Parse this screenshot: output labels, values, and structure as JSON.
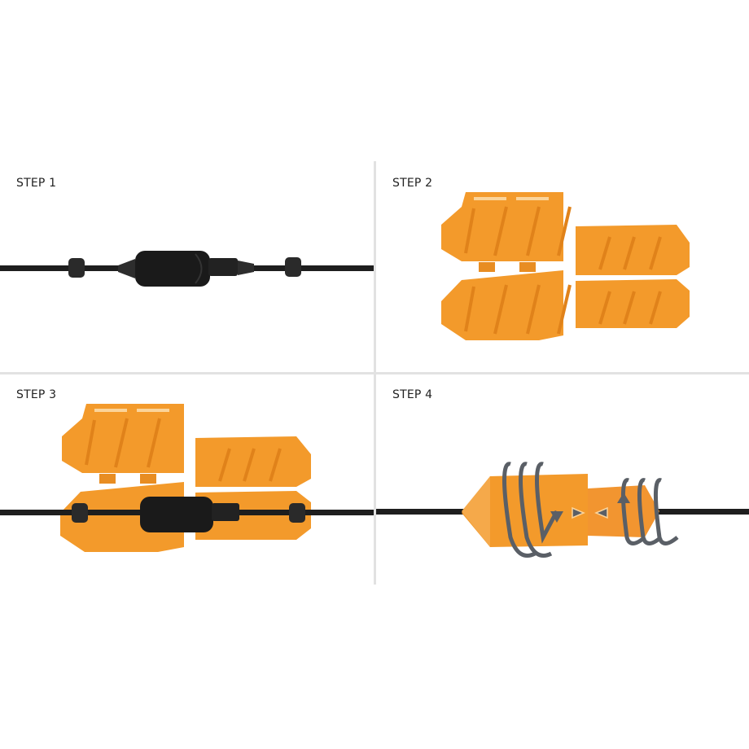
{
  "panels": [
    {
      "id": "step-1",
      "label": "STEP 1",
      "description": "Black extension cord with joined plug connection"
    },
    {
      "id": "step-2",
      "label": "STEP 2",
      "description": "Orange cord protector opened into two hinged halves"
    },
    {
      "id": "step-3",
      "label": "STEP 3",
      "description": "Cord connection placed inside opened orange protector"
    },
    {
      "id": "step-4",
      "label": "STEP 4",
      "description": "Protector halves twisted together and locked with rotation arrows"
    }
  ],
  "colors": {
    "orange": "#f39a2b",
    "orange_dark": "#e0821a",
    "orange_light": "#f8b558",
    "cable": "#1e1e1e",
    "arrow": "#5a5f66",
    "divider": "#e2e2e2",
    "text": "#222222"
  }
}
